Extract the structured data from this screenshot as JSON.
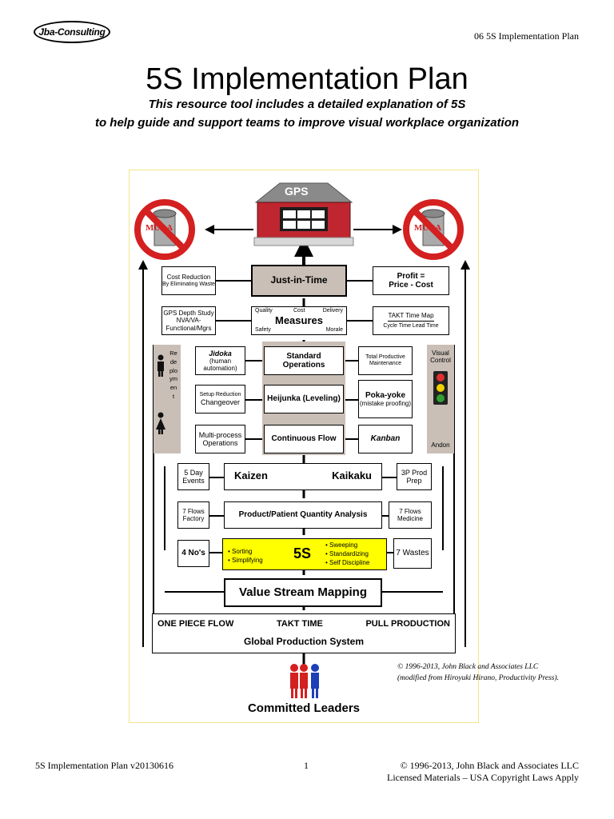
{
  "header": {
    "logo": "Jba-Consulting",
    "doc_title": "06 5S Implementation Plan"
  },
  "title": "5S Implementation Plan",
  "subtitle": {
    "line1": "This resource tool includes a detailed explanation of 5S",
    "line2": "to help guide and support teams to improve visual workplace organization"
  },
  "diagram": {
    "gps": "GPS",
    "muda": "MUDA",
    "cost_reduction": "Cost Reduction",
    "cost_reduction_sub": "By Eliminating Waste",
    "jit": "Just-in-Time",
    "profit": "Profit =",
    "profit_sub": "Price - Cost",
    "gps_depth": "GPS Depth Study",
    "nva": "NVA/VA-",
    "functional": "Functional/Mgrs",
    "measures": {
      "title": "Measures",
      "quality": "Quality",
      "cost": "Cost",
      "delivery": "Delivery",
      "safety": "Safety",
      "morale": "Morale"
    },
    "takt_map": "TAKT Time Map",
    "cycle_lead": "Cycle Time  Lead Time",
    "redeployment": "Redeployment",
    "visual_control": "Visual Control",
    "andon": "Andon",
    "jidoka": "Jidoka",
    "jidoka_sub": "(human automation)",
    "standard_ops": "Standard Operations",
    "tpm": "Total Productive Maintenance",
    "setup_reduction": "Setup Reduction",
    "changeover": "Changeover",
    "heijunka": "Heijunka (Leveling)",
    "pokayoke": "Poka-yoke",
    "pokayoke_sub": "(mistake proofing)",
    "multiprocess": "Multi-process Operations",
    "continuous_flow": "Continuous Flow",
    "kanban": "Kanban",
    "five_day": "5 Day Events",
    "kaizen": "Kaizen",
    "kaikaku": "Kaikaku",
    "threep": "3P Prod Prep",
    "flows_factory": "7 Flows Factory",
    "ppqa": "Product/Patient Quantity Analysis",
    "flows_medicine": "7 Flows Medicine",
    "four_nos": "4 No's",
    "fives": {
      "title": "5S",
      "left": [
        "Sorting",
        "Simplifying"
      ],
      "right": [
        "Sweeping",
        "Standardizing",
        "Self Discipline"
      ]
    },
    "seven_wastes": "7 Wastes",
    "vsm": "Value Stream Mapping",
    "one_piece": "ONE PIECE FLOW",
    "takt_time": "TAKT TIME",
    "pull": "PULL PRODUCTION",
    "gps_full": "Global Production System",
    "leaders": "Committed Leaders",
    "colors": {
      "border": "#f3e58a",
      "yellow": "#ffff00",
      "red": "#d42020",
      "building": "#c0262f",
      "gray": "#c9bfb7"
    }
  },
  "copyright": {
    "line1": "© 1996-2013, John Black and Associates LLC",
    "line2": "(modified from Hiroyuki Hirano, Productivity Press)."
  },
  "footer": {
    "left": "5S Implementation Plan   v20130616",
    "page": "1",
    "right1": "© 1996-2013, John Black and Associates LLC",
    "right2": "Licensed Materials – USA Copyright Laws Apply"
  }
}
